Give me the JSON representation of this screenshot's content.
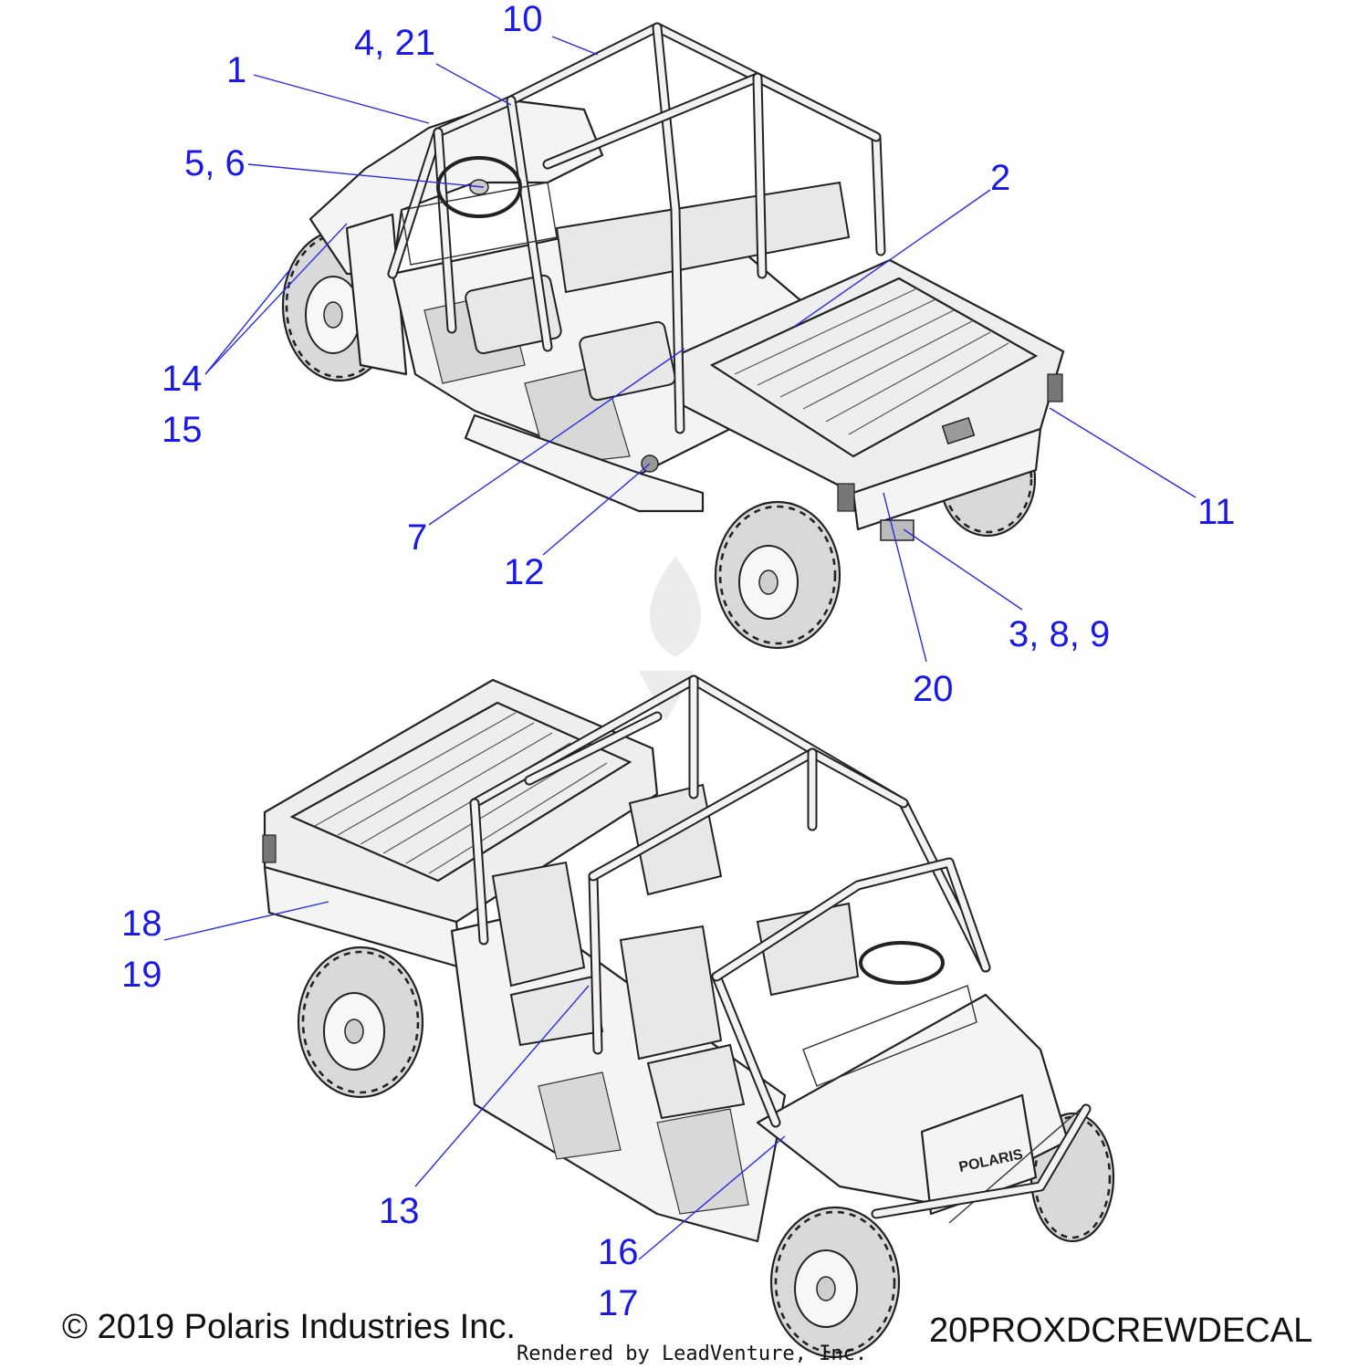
{
  "diagram": {
    "callouts": [
      {
        "id": "c1",
        "label": "1"
      },
      {
        "id": "c4",
        "label": "4, 21"
      },
      {
        "id": "c10",
        "label": "10"
      },
      {
        "id": "c5",
        "label": "5, 6"
      },
      {
        "id": "c2",
        "label": "2"
      },
      {
        "id": "c14",
        "label": "14"
      },
      {
        "id": "c15",
        "label": "15"
      },
      {
        "id": "c7",
        "label": "7"
      },
      {
        "id": "c12",
        "label": "12"
      },
      {
        "id": "c11",
        "label": "11"
      },
      {
        "id": "c3",
        "label": "3, 8, 9"
      },
      {
        "id": "c20",
        "label": "20"
      },
      {
        "id": "c18",
        "label": "18"
      },
      {
        "id": "c19",
        "label": "19"
      },
      {
        "id": "c13",
        "label": "13"
      },
      {
        "id": "c16",
        "label": "16"
      },
      {
        "id": "c17",
        "label": "17"
      }
    ],
    "grille_text": "POLARIS"
  },
  "footer": {
    "copyright": "© 2019 Polaris Industries Inc.",
    "rendered_by": "Rendered by LeadVenture, Inc.",
    "diagram_code": "20PROXDCREWDECAL"
  },
  "colors": {
    "callout": "#1a1ae6",
    "line_art": "#222222",
    "background": "#ffffff"
  }
}
